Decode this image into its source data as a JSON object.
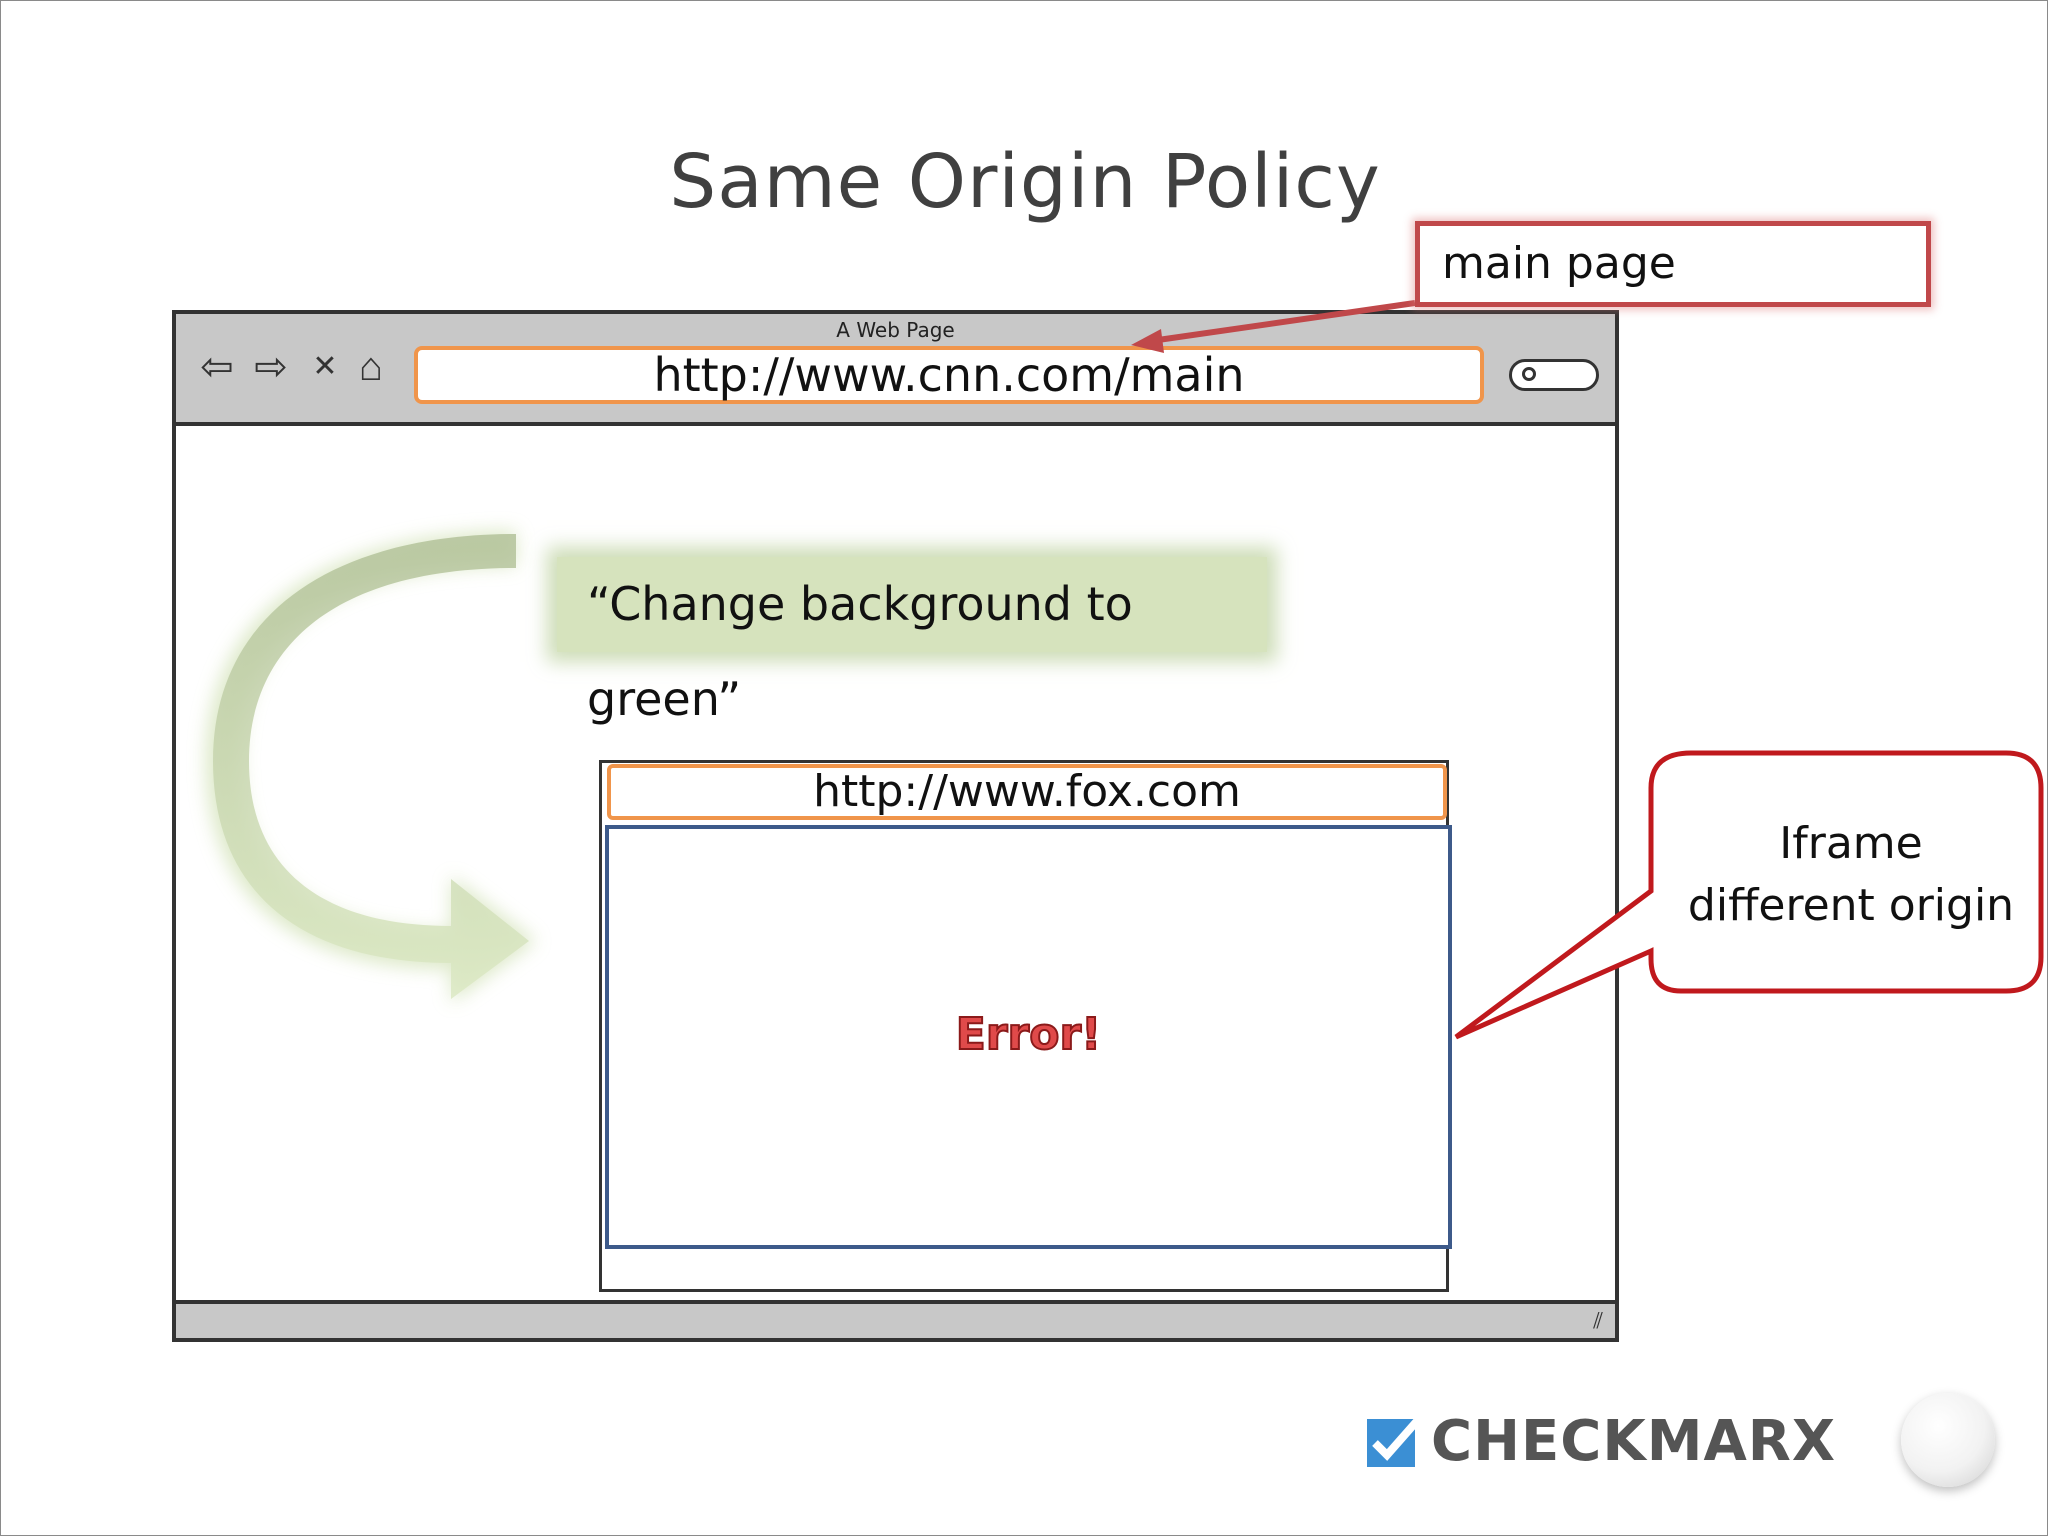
{
  "slide": {
    "title": "Same Origin Policy"
  },
  "browser": {
    "caption": "A Web Page",
    "url": "http://www.cnn.com/main",
    "nav_icons": [
      "back-arrow-icon",
      "forward-arrow-icon",
      "close-icon",
      "home-icon"
    ]
  },
  "instruction": {
    "text": "“Change background to green”"
  },
  "iframe": {
    "url": "http://www.fox.com",
    "error": "Error!"
  },
  "callouts": {
    "main_page": "main page",
    "iframe_line1": "Iframe",
    "iframe_line2": "different  origin"
  },
  "logo": {
    "text": "CHECKMARX"
  },
  "colors": {
    "url_border": "#f0954b",
    "callout_red": "#c0484a",
    "iframe_border": "#3d5a8a",
    "instruction_bg": "#d6e3bd",
    "arrow_green": "#c5d9a5",
    "error_red": "#e04a4a"
  }
}
